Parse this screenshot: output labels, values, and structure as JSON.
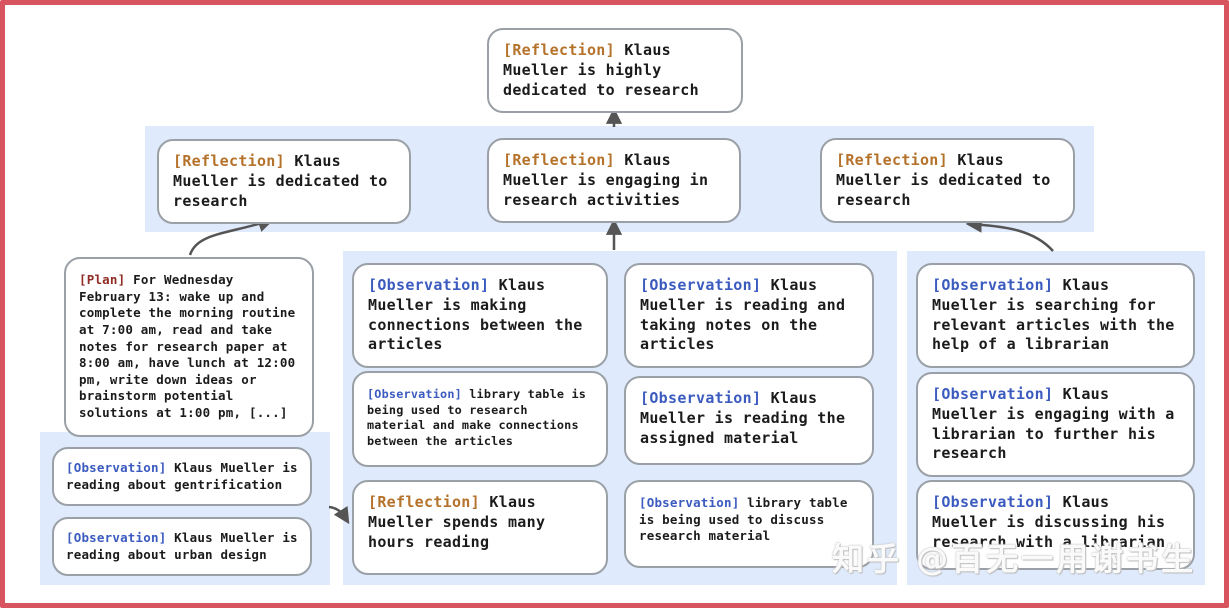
{
  "watermark": "知乎 @百无一用谢书生",
  "colors": {
    "frame_border": "#d85560",
    "panel_highlight": "#dfeafc",
    "box_border": "#9aa0a6",
    "reflection_tag": "#b5722b",
    "observation_tag": "#3b5bbf",
    "plan_tag": "#8f2c24",
    "arrow": "#555555",
    "body_text": "#1b1b1b"
  },
  "nodes": {
    "top": {
      "tag": "[Reflection]",
      "text": "Klaus Mueller is highly dedicated to research"
    },
    "r2_left": {
      "tag": "[Reflection]",
      "text": "Klaus Mueller is dedicated to research"
    },
    "r2_mid": {
      "tag": "[Reflection]",
      "text": "Klaus Mueller is engaging in research activities"
    },
    "r2_right": {
      "tag": "[Reflection]",
      "text": "Klaus Mueller is dedicated to research"
    },
    "plan": {
      "tag": "[Plan]",
      "text": "For Wednesday February 13: wake up and complete the morning routine at 7:00 am, read and take notes for research paper at 8:00 am, have lunch at 12:00 pm, write down ideas or brainstorm potential solutions at 1:00 pm, [...]"
    },
    "bl_obs1": {
      "tag": "[Observation]",
      "text": "Klaus Mueller is reading about gentrification"
    },
    "bl_obs2": {
      "tag": "[Observation]",
      "text": "Klaus Mueller is reading about urban design"
    },
    "a1": {
      "tag": "[Observation]",
      "text": "Klaus Mueller is making connections between the articles"
    },
    "a2": {
      "tag": "[Observation]",
      "text": "library table is being used to research material and make connections between the articles"
    },
    "a3": {
      "tag": "[Reflection]",
      "text": "Klaus Mueller spends many hours reading"
    },
    "b1": {
      "tag": "[Observation]",
      "text": "Klaus Mueller is reading and taking notes on the articles"
    },
    "b2": {
      "tag": "[Observation]",
      "text": "Klaus Mueller is reading the assigned material"
    },
    "b3": {
      "tag": "[Observation]",
      "text": "library table is being used to discuss research material"
    },
    "c1": {
      "tag": "[Observation]",
      "text": "Klaus Mueller is searching for relevant articles with the help of a librarian"
    },
    "c2": {
      "tag": "[Observation]",
      "text": "Klaus Mueller is engaging with a librarian to further his research"
    },
    "c3": {
      "tag": "[Observation]",
      "text": "Klaus Mueller is discussing his research with a librarian"
    }
  }
}
